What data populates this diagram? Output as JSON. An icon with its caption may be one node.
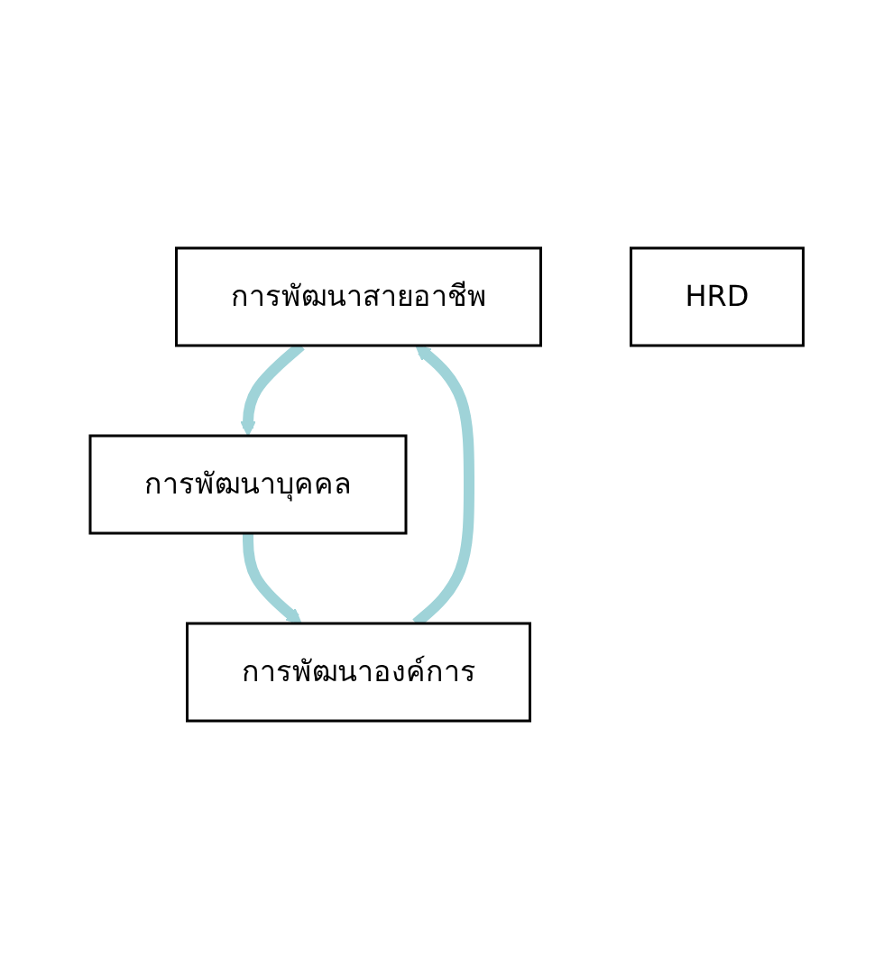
{
  "diagram": {
    "nodes": [
      {
        "text": [
          "การพัฒนาสายอาชีพ"
        ]
      },
      {
        "text": [
          "การพัฒนาบุคคล"
        ]
      },
      {
        "text": [
          "HRD"
        ]
      },
      {
        "text": [
          "การพัฒนาองค์การ"
        ]
      }
    ],
    "edges": [
      {
        "from": 0,
        "to": 1,
        "arrow": "to"
      },
      {
        "from": 1,
        "to": 3,
        "arrow": "to"
      },
      {
        "from": 3,
        "to": 0,
        "arrow": "to"
      }
    ]
  }
}
